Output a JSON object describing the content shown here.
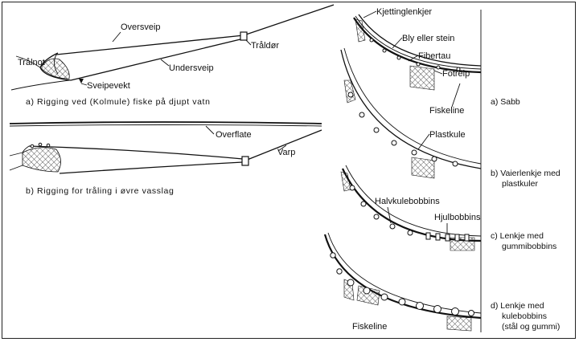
{
  "panel_top": {
    "oversveip": "Oversveip",
    "tralnot": "Trålnot",
    "traldor": "Tråldør",
    "undersveip": "Undersveip",
    "sveipevekt": "Sveipevekt",
    "caption": "a)  Rigging  ved  (Kolmule) fiske  på djupt vatn"
  },
  "panel_mid": {
    "overflate": "Overflate",
    "varp": "Varp",
    "caption": "b)   Rigging  for  tråling i øvre vasslag"
  },
  "panel_right": {
    "kjettinglenkjer": "Kjettinglenkjer",
    "bly_eller_stein": "Bly eller stein",
    "fibertau": "Fibertau",
    "fotreip": "Fotreip",
    "fiskeline_a": "Fiskeline",
    "plastkule": "Plastkule",
    "halvkulebobbins": "Halvkulebobbins",
    "hjulbobbins": "Hjulbobbins",
    "fiskeline_d": "Fiskeline",
    "side_a": "a)  Sabb",
    "side_b1": "b)  Vaierlenkje med",
    "side_b2": "plastkuler",
    "side_c1": "c)  Lenkje med",
    "side_c2": "gummibobbins",
    "side_d1": "d)  Lenkje med",
    "side_d2": "kulebobbins",
    "side_d3": "(stål og gummi)"
  }
}
